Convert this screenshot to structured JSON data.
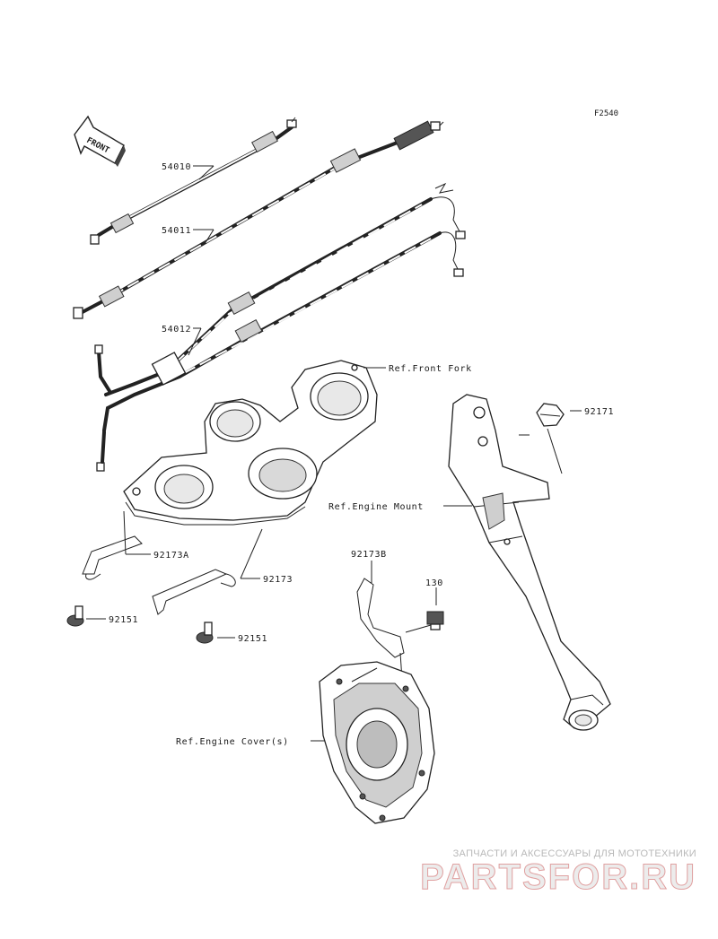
{
  "diagram": {
    "figure_code": "F2540",
    "front_badge": "FRONT",
    "labels": {
      "p54010": "54010",
      "p54011": "54011",
      "p54012": "54012",
      "ref_front_fork": "Ref.Front Fork",
      "p92171": "92171",
      "ref_engine_mount": "Ref.Engine Mount",
      "p92173A": "92173A",
      "p92173": "92173",
      "p92151a": "92151",
      "p92151b": "92151",
      "p92173B": "92173B",
      "p130": "130",
      "ref_engine_cover": "Ref.Engine Cover(s)"
    }
  },
  "watermark": {
    "tagline": "ЗАПЧАСТИ И АКСЕССУАРЫ ДЛЯ МОТОТЕХНИКИ",
    "logo": "PARTSFOR.RU"
  }
}
